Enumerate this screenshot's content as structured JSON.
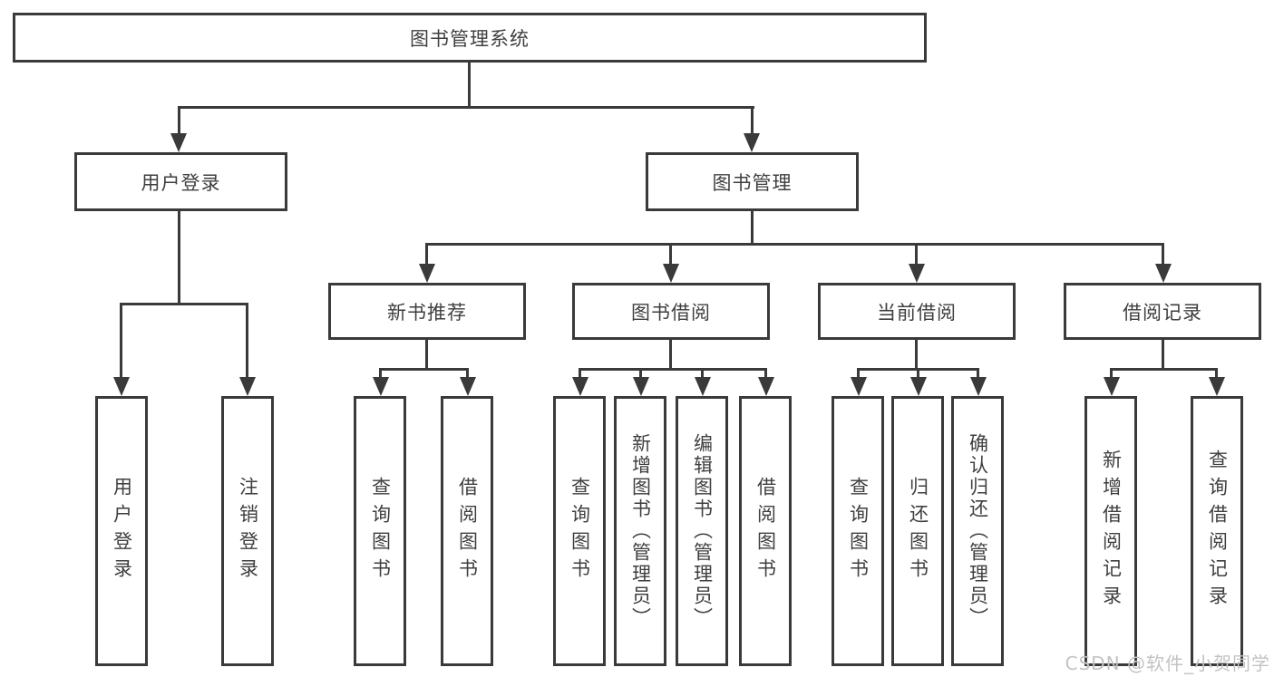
{
  "tree": {
    "label": "图书管理系统",
    "children": [
      {
        "label": "用户登录",
        "children": [
          {
            "label": "用户登录"
          },
          {
            "label": "注销登录"
          }
        ]
      },
      {
        "label": "图书管理",
        "children": [
          {
            "label": "新书推荐",
            "children": [
              {
                "label": "查询图书"
              },
              {
                "label": "借阅图书"
              }
            ]
          },
          {
            "label": "图书借阅",
            "children": [
              {
                "label": "查询图书"
              },
              {
                "label": "新增图书（管理员）"
              },
              {
                "label": "编辑图书（管理员）"
              },
              {
                "label": "借阅图书"
              }
            ]
          },
          {
            "label": "当前借阅",
            "children": [
              {
                "label": "查询图书"
              },
              {
                "label": "归还图书"
              },
              {
                "label": "确认归还（管理员）"
              }
            ]
          },
          {
            "label": "借阅记录",
            "children": [
              {
                "label": "新增借阅记录"
              },
              {
                "label": "查询借阅记录"
              }
            ]
          }
        ]
      }
    ]
  },
  "watermark": "CSDN @软件_小贺同学",
  "colors": {
    "line": "#3a3a3a",
    "text": "#3f3f3f",
    "watermark": "#c3c3c3",
    "background": "#ffffff"
  }
}
